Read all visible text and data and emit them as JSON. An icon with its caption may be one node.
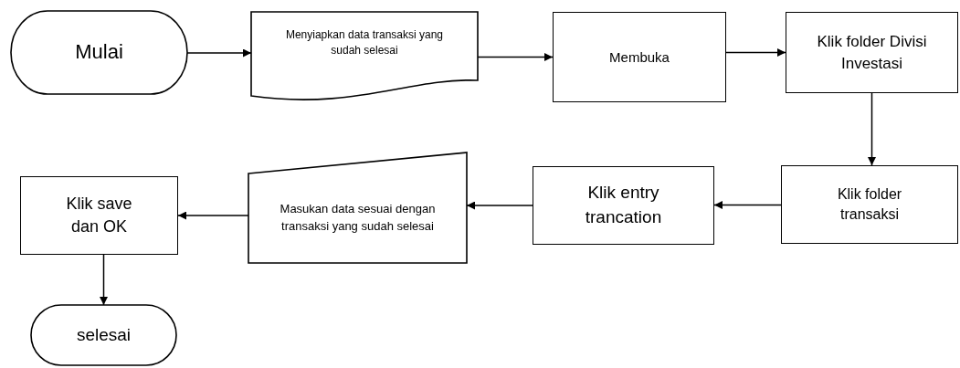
{
  "diagram": {
    "nodes": [
      {
        "text": [
          "Mulai"
        ]
      },
      {
        "text": [
          "Menyiapkan  data transaksi yang sudah selesai"
        ]
      },
      {
        "text": [
          "Membuka"
        ]
      },
      {
        "text": [
          "Klik folder Divisi Investasi"
        ]
      },
      {
        "text": [
          "Klik folder transaksi"
        ]
      },
      {
        "text": [
          "Klik entry trancation"
        ]
      },
      {
        "text": [
          "Masukan data sesuai dengan transaksi yang sudah selesai"
        ]
      },
      {
        "text": [
          "Klik save dan OK"
        ]
      },
      {
        "text": [
          "selesai"
        ]
      }
    ],
    "edges": [
      {
        "from": 0,
        "to": 1,
        "arrow": "to"
      },
      {
        "from": 1,
        "to": 2,
        "arrow": "to"
      },
      {
        "from": 2,
        "to": 3,
        "arrow": "to"
      },
      {
        "from": 3,
        "to": 4,
        "arrow": "to"
      },
      {
        "from": 4,
        "to": 5,
        "arrow": "to"
      },
      {
        "from": 5,
        "to": 6,
        "arrow": "to"
      },
      {
        "from": 6,
        "to": 7,
        "arrow": "to"
      },
      {
        "from": 7,
        "to": 8,
        "arrow": "to"
      }
    ]
  }
}
